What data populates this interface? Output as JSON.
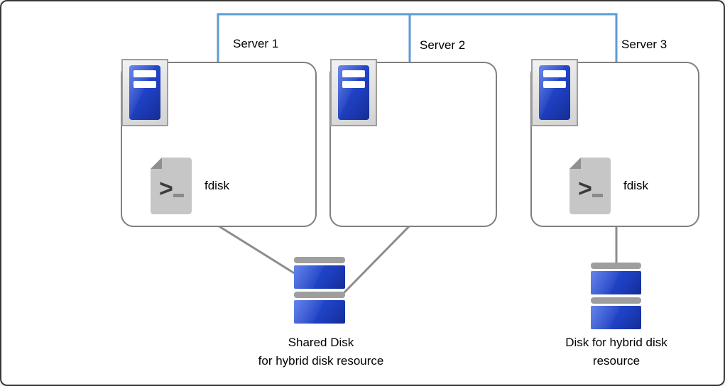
{
  "diagram": {
    "servers": [
      {
        "label": "Server 1",
        "script_label": "fdisk"
      },
      {
        "label": "Server 2"
      },
      {
        "label": "Server 3",
        "script_label": "fdisk"
      }
    ],
    "shared_disk": {
      "label": "Shared Disk\nfor hybrid disk resource"
    },
    "hybrid_disk": {
      "label": "Disk for hybrid disk\nresource"
    },
    "colors": {
      "network_line": "#5b9bd5",
      "connector": "#8c8c8c",
      "box_border": "#7f7f7f",
      "server_blue": "#1e3fc0",
      "disk_blue": "#1d3fc0",
      "disk_cap": "#9e9e9e"
    }
  }
}
